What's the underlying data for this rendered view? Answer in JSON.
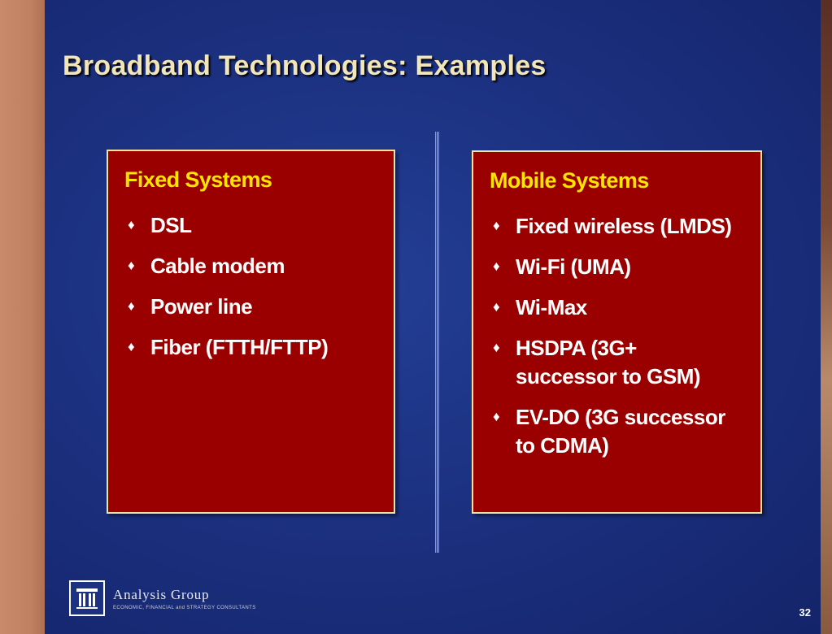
{
  "slide": {
    "title": "Broadband Technologies: Examples",
    "page_number": "32"
  },
  "colors": {
    "background_blue": "#1c3181",
    "panel_red": "#9b0000",
    "panel_border": "#f3e3a3",
    "heading_yellow": "#ffe400",
    "title_cream": "#f2e6b8"
  },
  "fixed_panel": {
    "heading": "Fixed Systems",
    "items": [
      {
        "text": "DSL"
      },
      {
        "text": "Cable modem"
      },
      {
        "text": "Power line"
      },
      {
        "text": "Fiber (FTTH/FTTP)"
      }
    ]
  },
  "mobile_panel": {
    "heading": "Mobile Systems",
    "items": [
      {
        "text": "Fixed wireless (LMDS)"
      },
      {
        "text": "Wi-Fi (UMA)"
      },
      {
        "text": "Wi-Max"
      },
      {
        "text": "HSDPA (3G+ successor to GSM)"
      },
      {
        "text": "EV-DO (3G successor to CDMA)"
      }
    ]
  },
  "bullet_glyph": "♦",
  "logo": {
    "icon": "column-building-icon",
    "name": "Analysis Group",
    "tagline": "ECONOMIC, FINANCIAL and STRATEGY CONSULTANTS"
  }
}
